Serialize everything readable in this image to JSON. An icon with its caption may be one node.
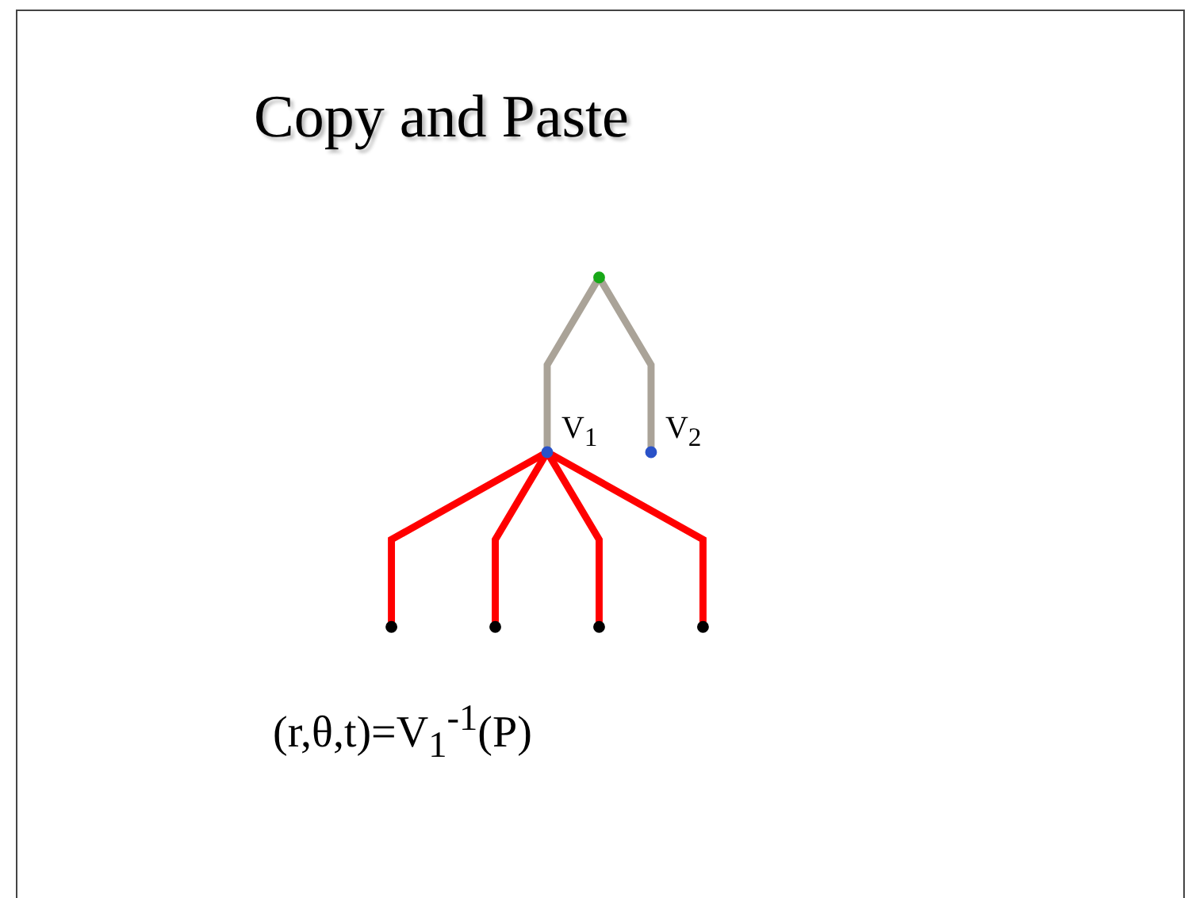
{
  "diagram": {
    "title": "Copy and Paste",
    "nodes": [
      {
        "text": [],
        "shape": "circle"
      },
      {
        "text": [],
        "shape": "circle",
        "beside": [
          "V$_{1}$"
        ]
      },
      {
        "text": [],
        "shape": "circle",
        "beside": [
          "V$_{2}$"
        ]
      },
      {
        "text": [],
        "shape": "circle"
      },
      {
        "text": [],
        "shape": "circle"
      },
      {
        "text": [],
        "shape": "circle"
      },
      {
        "text": [],
        "shape": "circle"
      }
    ],
    "edges": [
      {
        "from": 0,
        "to": 1,
        "arrow": "none",
        "color": "#aaa398"
      },
      {
        "from": 0,
        "to": 2,
        "arrow": "none",
        "color": "#aaa398"
      },
      {
        "from": 1,
        "to": 3,
        "arrow": "none",
        "color": "#ff0000"
      },
      {
        "from": 1,
        "to": 4,
        "arrow": "none",
        "color": "#ff0000"
      },
      {
        "from": 1,
        "to": 5,
        "arrow": "none",
        "color": "#ff0000"
      },
      {
        "from": 1,
        "to": 6,
        "arrow": "none",
        "color": "#ff0000"
      }
    ],
    "labels": [
      "(r,θ,t)=V$_{1}$$^{-1}$(P)"
    ]
  }
}
